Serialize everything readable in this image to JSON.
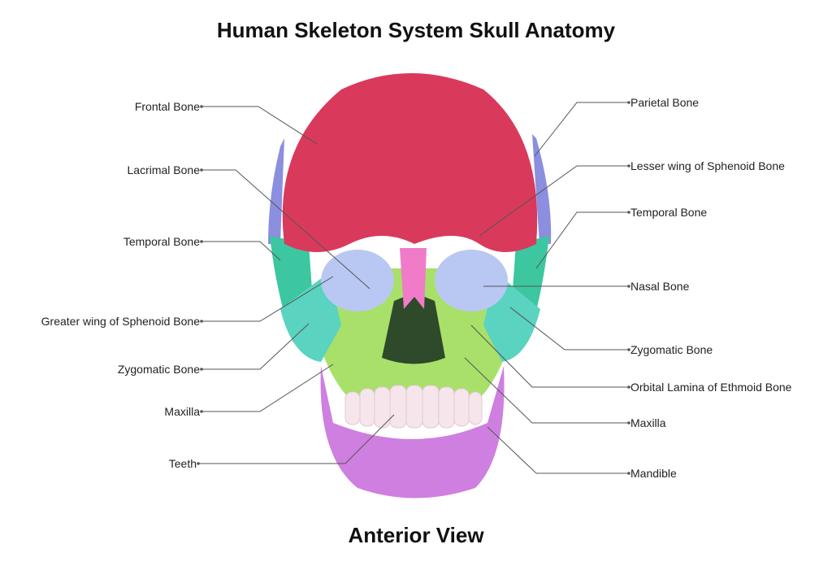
{
  "title": "Human Skeleton System Skull Anatomy",
  "subtitle": "Anterior View",
  "colors": {
    "frontal": "#d93a5c",
    "parietal": "#8c8ee0",
    "temporal": "#3cc7a1",
    "sphenoid": "#48c9b6",
    "zygomatic": "#5ad3c0",
    "maxilla": "#a8e06a",
    "nasal": "#f07bc9",
    "orbit": "#b9c8f2",
    "teeth": "#f6e6ec",
    "mandible": "#cf7fe0",
    "cavity": "#2e4a2a"
  },
  "labels_left": [
    {
      "text": "Frontal Bone"
    },
    {
      "text": "Lacrimal Bone"
    },
    {
      "text": "Temporal Bone"
    },
    {
      "text": "Greater wing of Sphenoid Bone"
    },
    {
      "text": "Zygomatic Bone"
    },
    {
      "text": "Maxilla"
    },
    {
      "text": "Teeth"
    }
  ],
  "labels_right": [
    {
      "text": "Parietal Bone"
    },
    {
      "text": "Lesser wing of Sphenoid Bone"
    },
    {
      "text": "Temporal Bone"
    },
    {
      "text": "Nasal Bone"
    },
    {
      "text": "Zygomatic Bone"
    },
    {
      "text": "Orbital Lamina of Ethmoid Bone"
    },
    {
      "text": "Maxilla"
    },
    {
      "text": "Mandible"
    }
  ]
}
